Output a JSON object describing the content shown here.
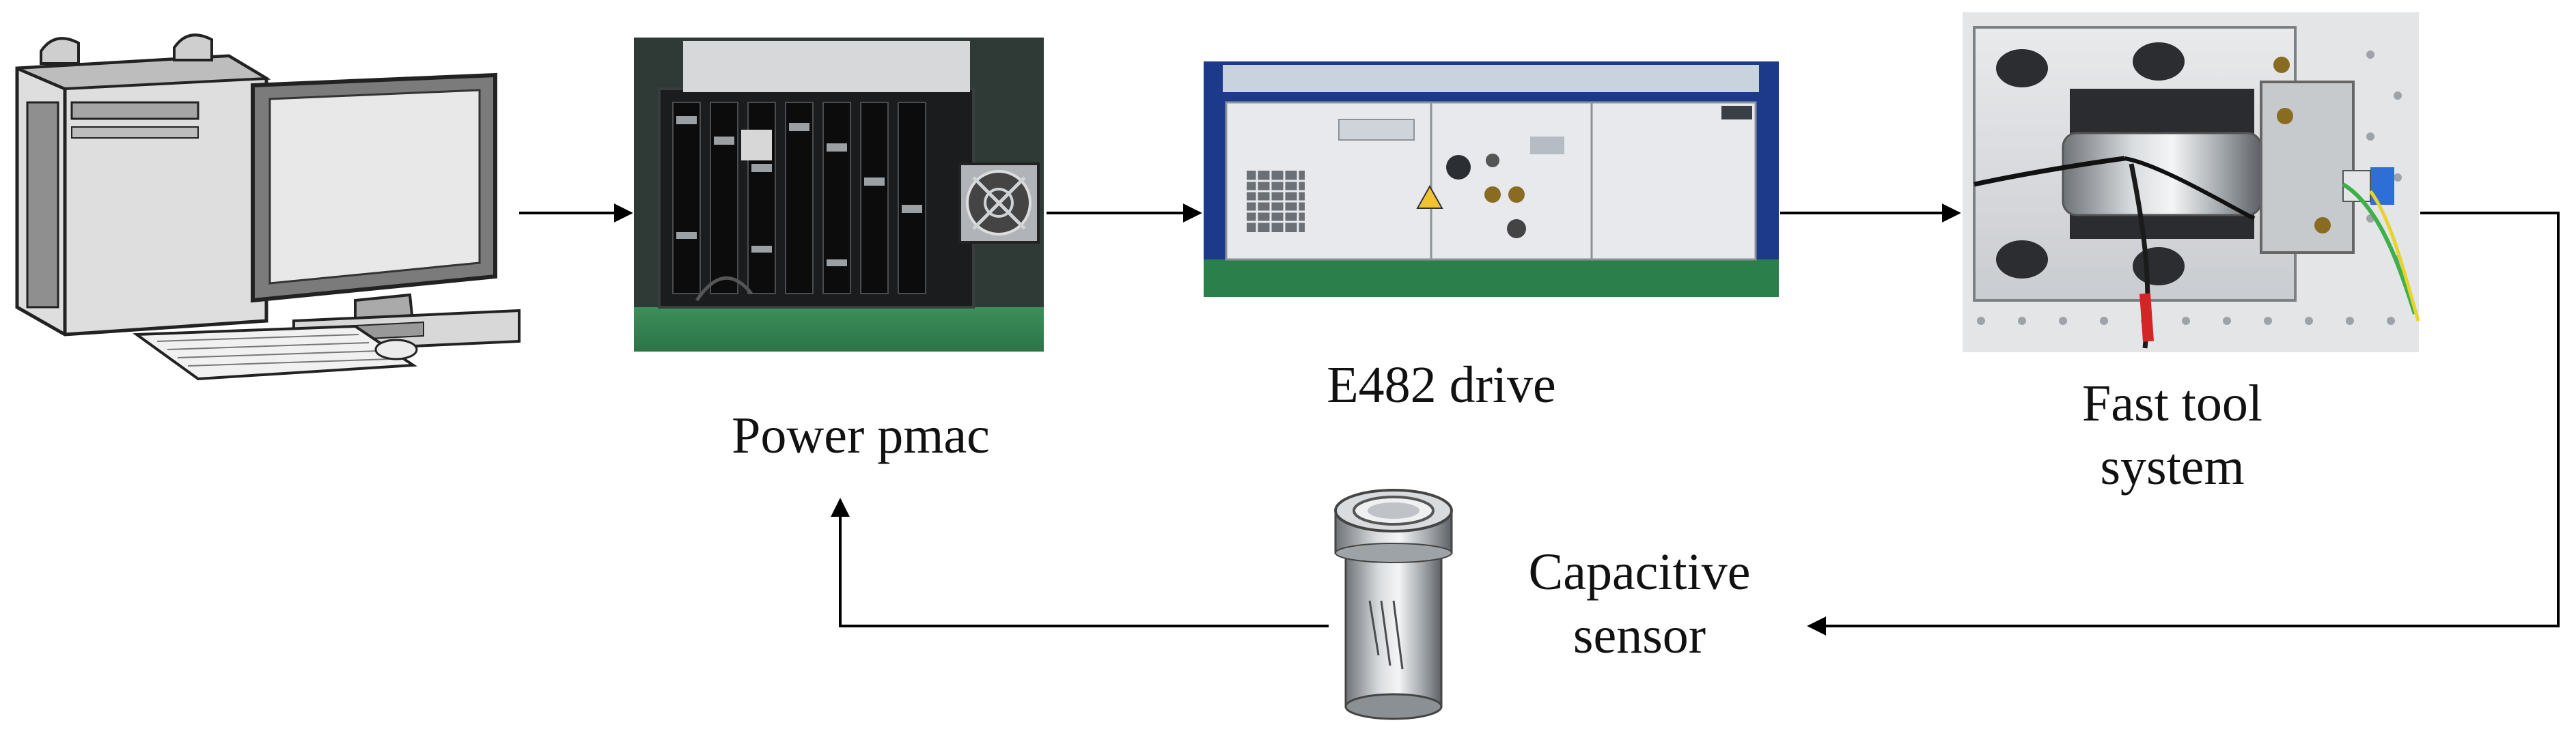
{
  "diagram": {
    "nodes": {
      "computer": {
        "icon": "desktop-computer-icon"
      },
      "power_pmac": {
        "label": "Power pmac",
        "icon": "controller-board-icon"
      },
      "e482_drive": {
        "label": "E482 drive",
        "icon": "amplifier-rack-icon"
      },
      "fast_tool": {
        "label": "Fast tool\nsystem",
        "icon": "fast-tool-stage-icon"
      },
      "capacitive_sensor": {
        "label": "Capacitive\nsensor",
        "icon": "capacitive-probe-icon"
      }
    },
    "arrow_color": "#000000"
  }
}
